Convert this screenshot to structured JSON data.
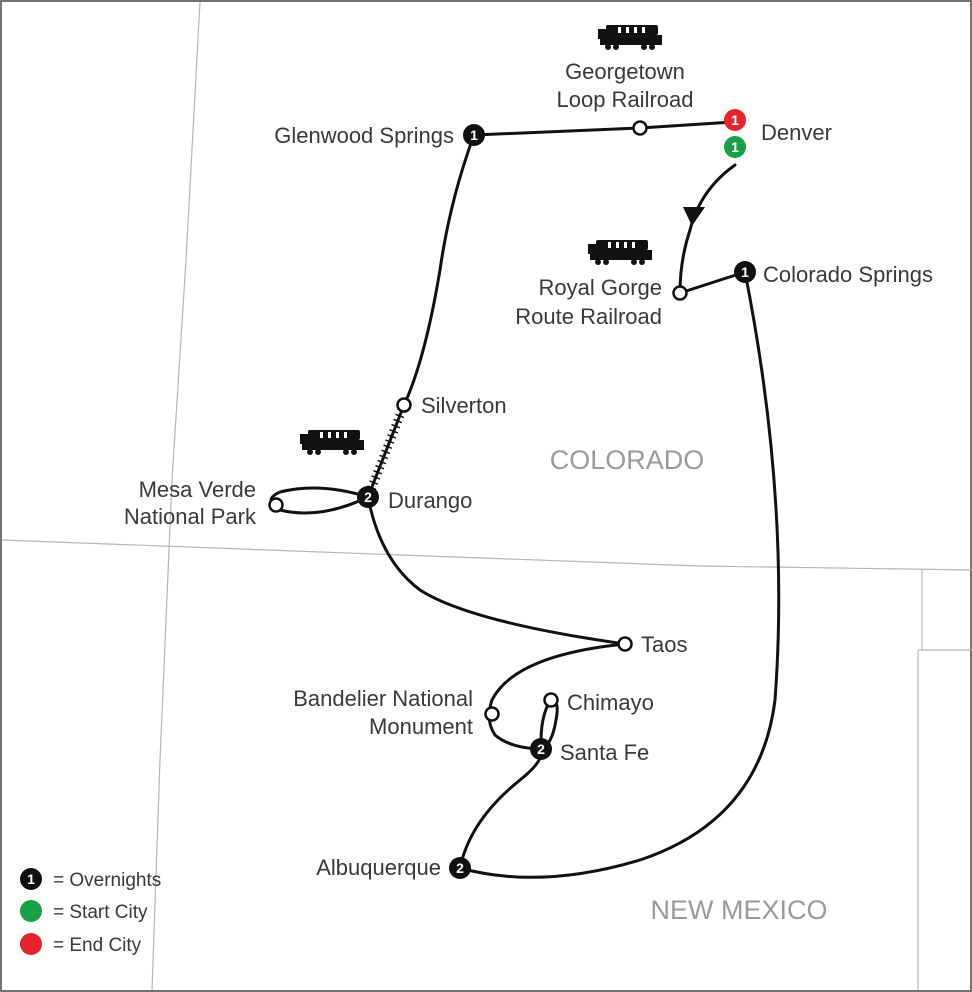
{
  "map": {
    "states": {
      "colorado": "COLORADO",
      "new_mexico": "NEW MEXICO"
    },
    "cities": {
      "glenwood_springs": {
        "name": "Glenwood Springs",
        "nights": "1"
      },
      "georgetown": {
        "line1": "Georgetown",
        "line2": "Loop Railroad"
      },
      "denver": {
        "name": "Denver",
        "end_nights": "1",
        "start_nights": "1"
      },
      "royal_gorge": {
        "line1": "Royal Gorge",
        "line2": "Route Railroad"
      },
      "colorado_springs": {
        "name": "Colorado Springs",
        "nights": "1"
      },
      "silverton": {
        "name": "Silverton"
      },
      "mesa_verde": {
        "line1": "Mesa Verde",
        "line2": "National Park"
      },
      "durango": {
        "name": "Durango",
        "nights": "2"
      },
      "taos": {
        "name": "Taos"
      },
      "bandelier": {
        "line1": "Bandelier National",
        "line2": "Monument"
      },
      "chimayo": {
        "name": "Chimayo"
      },
      "santa_fe": {
        "name": "Santa Fe",
        "nights": "2"
      },
      "albuquerque": {
        "name": "Albuquerque",
        "nights": "2"
      }
    },
    "colors": {
      "start": "#17a046",
      "end": "#e5242b",
      "route": "#111111",
      "border": "#b5b5b5"
    }
  },
  "legend": {
    "overnights": {
      "symbol": "1",
      "label": "= Overnights"
    },
    "start": {
      "label": "= Start City"
    },
    "end": {
      "label": "= End City"
    }
  }
}
